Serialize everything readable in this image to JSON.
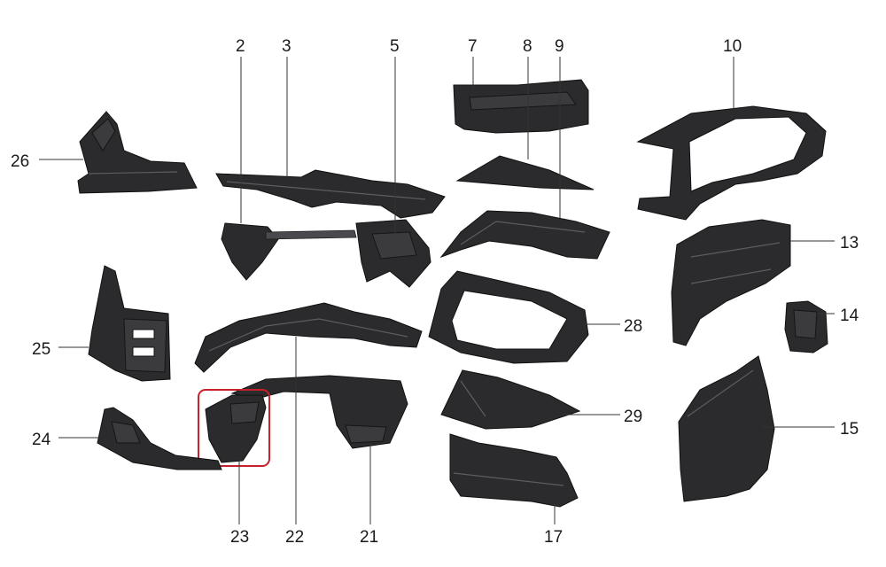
{
  "diagram": {
    "callouts": {
      "n2": "2",
      "n3": "3",
      "n5": "5",
      "n7": "7",
      "n8": "8",
      "n9": "9",
      "n10": "10",
      "n13": "13",
      "n14": "14",
      "n15": "15",
      "n17": "17",
      "n21": "21",
      "n22": "22",
      "n23": "23",
      "n24": "24",
      "n25": "25",
      "n26": "26",
      "n28": "28",
      "n29": "29"
    },
    "highlighted_part": "23",
    "colors": {
      "part": "#2b2b2d",
      "highlight": "#c8202a",
      "background": "#ffffff"
    }
  }
}
